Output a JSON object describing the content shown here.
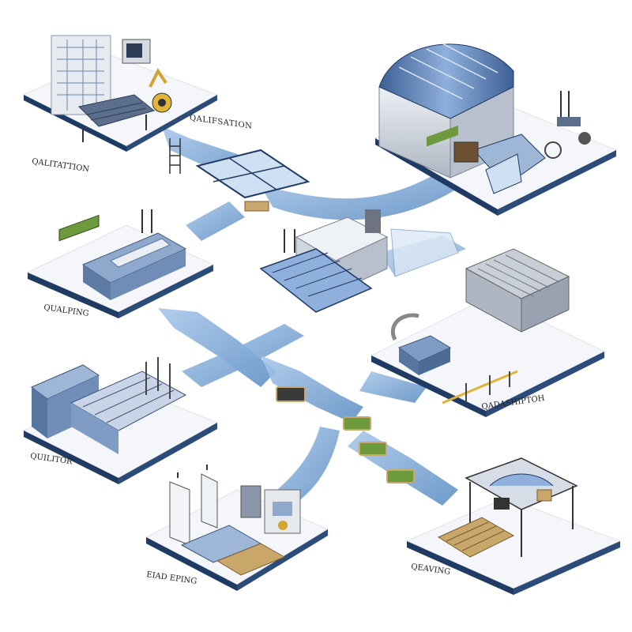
{
  "labels": {
    "top_left_right": "QALIFSATION",
    "top_left_below": "QALITATTION",
    "mid_left": "QUALPING",
    "lower_left": "QUILITOR",
    "bottom_left": "EIAD EPING",
    "right_mid": "QADASHIPTOH",
    "bottom_right": "QEAVING"
  },
  "colors": {
    "belt": "#6f9fd1",
    "belt_light": "#a9c8ea",
    "platform_top": "#f4f6f9",
    "platform_edge": "#1f3a63",
    "machine_blue": "#7e9cc4",
    "machine_dark": "#4c6b95",
    "metal": "#c9cfd8",
    "pallet": "#c9a76a"
  }
}
